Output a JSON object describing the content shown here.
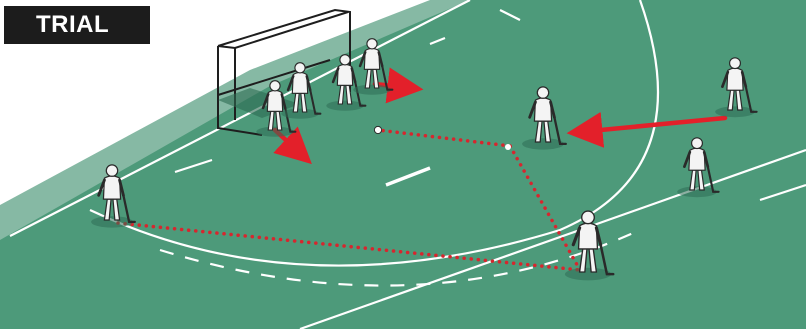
{
  "badge": {
    "label": "TRIAL"
  },
  "colors": {
    "pitch": "#4d9a7a",
    "pitch_shadow": "#3f8368",
    "sideline_band": "#86b9a4",
    "lines": "#ffffff",
    "pass_dots": "#d7262e",
    "run_arrows": "#e3202a",
    "badge_bg": "#1c1c1c",
    "badge_text": "#ffffff",
    "player_fill": "#f4f4f4",
    "player_outline": "#2a2a2a"
  },
  "scene": {
    "players": [
      "attacker-left",
      "attacker-center",
      "attacker-bottom",
      "defender-far-right",
      "defender-right",
      "goalkeeper",
      "defender-goal-1",
      "defender-goal-2",
      "defender-goal-3"
    ],
    "arrows": [
      "defender-run-arrow",
      "goal-defender-arrow-1",
      "goal-defender-arrow-2"
    ],
    "ball": "ball"
  }
}
